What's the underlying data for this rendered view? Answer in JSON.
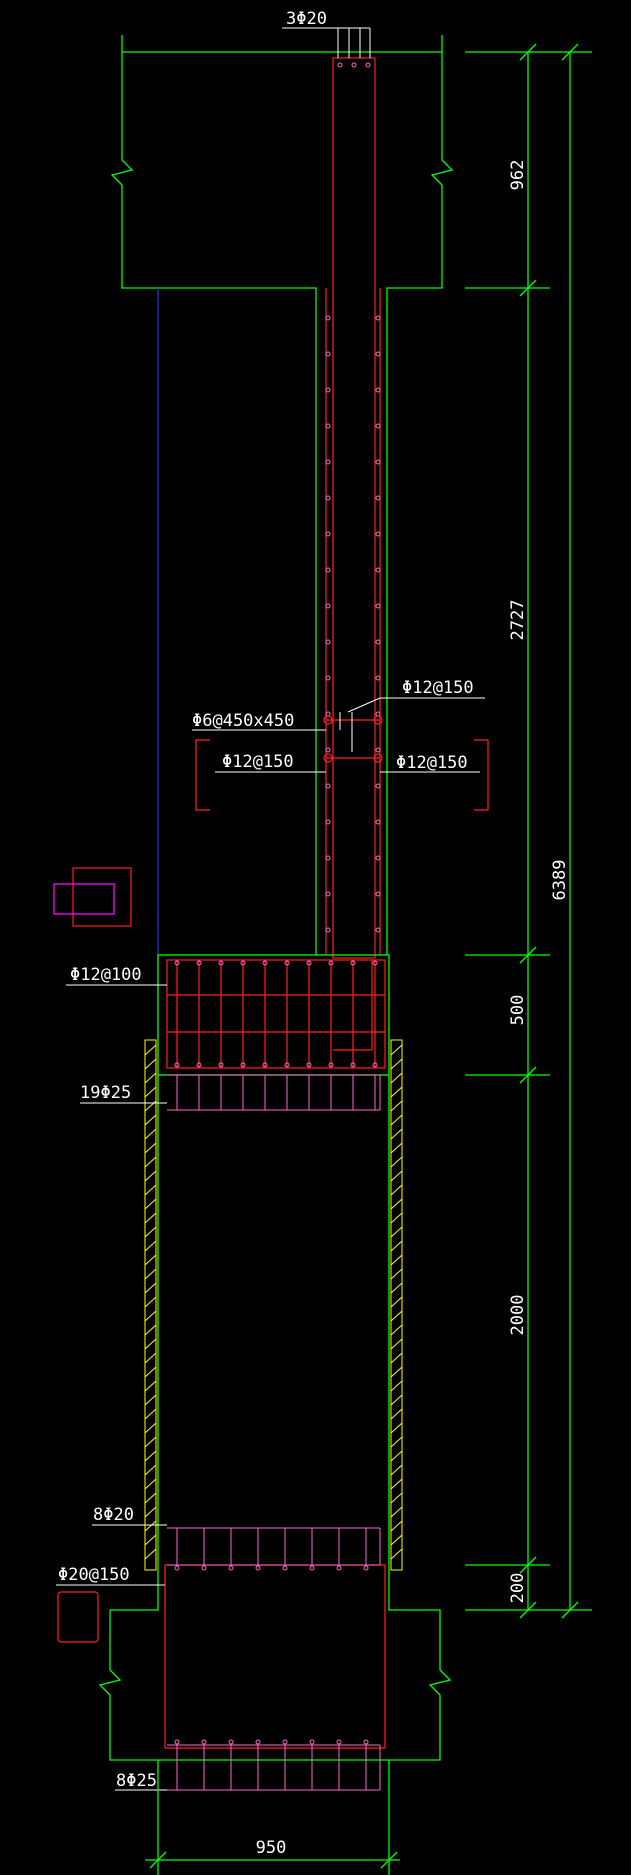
{
  "colors": {
    "background": "#000000",
    "concrete_outline": "#00ff00",
    "rebar": "#ff2020",
    "casing": "#ffff00",
    "leader_text": "#ffffff",
    "datum": "#3030ff",
    "marker": "#ff00ff"
  },
  "labels": {
    "top_bars": "3Φ20",
    "tie": "Φ6@450x450",
    "stem_bar_right_upper": "Φ12@150",
    "stem_bar_left": "Φ12@150",
    "stem_bar_right": "Φ12@150",
    "cap_mesh": "Φ12@100",
    "cap_bars": "19Φ25",
    "base_top_bars": "8Φ20",
    "base_stirrup": "Φ20@150",
    "base_bottom_bars": "8Φ25"
  },
  "dimensions": {
    "seg_top": "962",
    "seg_stem": "2727",
    "seg_cap": "500",
    "seg_casing": "2000",
    "seg_base": "200",
    "total": "6389",
    "width_bottom": "950"
  }
}
